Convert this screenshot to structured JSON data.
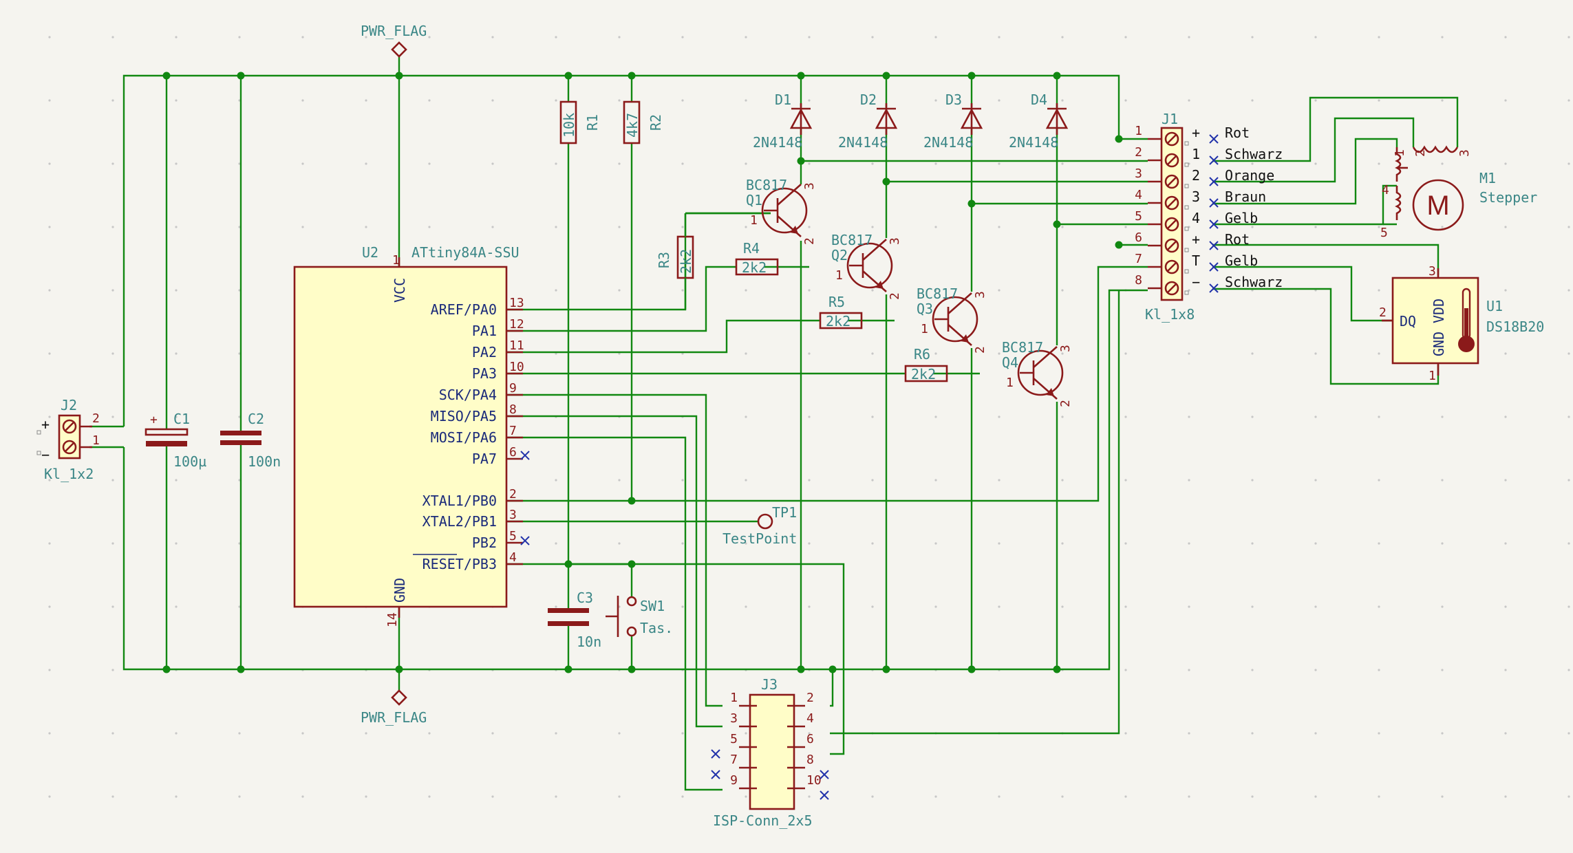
{
  "power_flags": {
    "top": "PWR_FLAG",
    "bottom": "PWR_FLAG"
  },
  "mcu": {
    "ref": "U2",
    "value": "ATtiny84A-SSU",
    "vcc": {
      "name": "VCC",
      "num": "1"
    },
    "gnd": {
      "name": "GND",
      "num": "14"
    },
    "pins": [
      {
        "name": "AREF/PA0",
        "num": "13"
      },
      {
        "name": "PA1",
        "num": "12"
      },
      {
        "name": "PA2",
        "num": "11"
      },
      {
        "name": "PA3",
        "num": "10"
      },
      {
        "name": "SCK/PA4",
        "num": "9"
      },
      {
        "name": "MISO/PA5",
        "num": "8"
      },
      {
        "name": "MOSI/PA6",
        "num": "7"
      },
      {
        "name": "PA7",
        "num": "6"
      },
      {
        "name": "XTAL1/PB0",
        "num": "2"
      },
      {
        "name": "XTAL2/PB1",
        "num": "3"
      },
      {
        "name": "PB2",
        "num": "5"
      },
      {
        "name": "RESET/PB3",
        "num": "4"
      }
    ]
  },
  "j2": {
    "ref": "J2",
    "value": "Kl_1x2",
    "pin_top": "2",
    "pin_bot": "1",
    "plus": "+",
    "minus": "−"
  },
  "c1": {
    "ref": "C1",
    "value": "100µ",
    "plus": "+"
  },
  "c2": {
    "ref": "C2",
    "value": "100n"
  },
  "c3": {
    "ref": "C3",
    "value": "10n"
  },
  "r1": {
    "ref": "R1",
    "value": "10k"
  },
  "r2": {
    "ref": "R2",
    "value": "4k7"
  },
  "r3": {
    "ref": "R3",
    "value": "2k2"
  },
  "r4": {
    "ref": "R4",
    "value": "2k2"
  },
  "r5": {
    "ref": "R5",
    "value": "2k2"
  },
  "r6": {
    "ref": "R6",
    "value": "2k2"
  },
  "sw1": {
    "ref": "SW1",
    "value": "Tas."
  },
  "tp1": {
    "ref": "TP1",
    "value": "TestPoint"
  },
  "diodes": [
    {
      "ref": "D1",
      "value": "2N4148"
    },
    {
      "ref": "D2",
      "value": "2N4148"
    },
    {
      "ref": "D3",
      "value": "2N4148"
    },
    {
      "ref": "D4",
      "value": "2N4148"
    }
  ],
  "transistors": [
    {
      "ref": "Q1",
      "value": "BC817",
      "p1": "1",
      "p2": "2",
      "p3": "3"
    },
    {
      "ref": "Q2",
      "value": "BC817",
      "p1": "1",
      "p2": "2",
      "p3": "3"
    },
    {
      "ref": "Q3",
      "value": "BC817",
      "p1": "1",
      "p2": "2",
      "p3": "3"
    },
    {
      "ref": "Q4",
      "value": "BC817",
      "p1": "1",
      "p2": "2",
      "p3": "3"
    }
  ],
  "j1": {
    "ref": "J1",
    "value": "Kl_1x8",
    "pins": [
      "1",
      "2",
      "3",
      "4",
      "5",
      "6",
      "7",
      "8"
    ],
    "marks": [
      "+",
      "1",
      "2",
      "3",
      "4",
      "+",
      "T",
      "−"
    ],
    "wires": [
      "Rot",
      "Schwarz",
      "Orange",
      "Braun",
      "Gelb",
      "Rot",
      "Gelb",
      "Schwarz"
    ]
  },
  "m1": {
    "ref": "M1",
    "value": "Stepper",
    "symbol": "M",
    "pins": [
      "1",
      "2",
      "3",
      "4",
      "5"
    ]
  },
  "u1": {
    "ref": "U1",
    "value": "DS18B20",
    "dq": "DQ",
    "gnd": "GND",
    "vdd": "VDD",
    "pins": [
      "3",
      "2",
      "1"
    ]
  },
  "j3": {
    "ref": "J3",
    "value": "ISP-Conn_2x5",
    "pins": [
      "1",
      "2",
      "3",
      "4",
      "5",
      "6",
      "7",
      "8",
      "9",
      "10"
    ]
  }
}
